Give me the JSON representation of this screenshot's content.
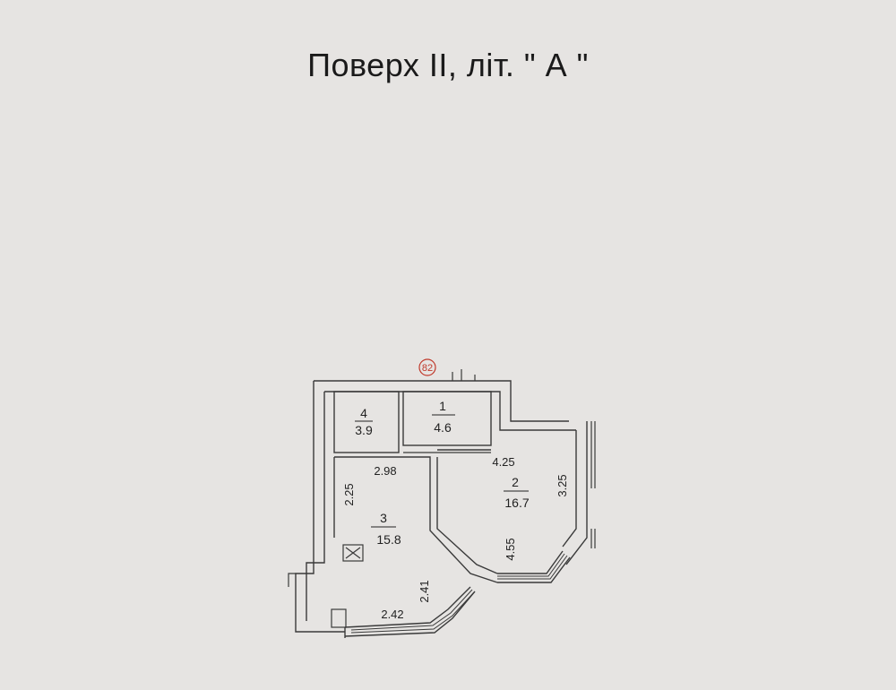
{
  "title": "Поверх II, літ. \" А \"",
  "stamp": {
    "text": "82",
    "color": "#c0392b"
  },
  "rooms": [
    {
      "number": "1",
      "area": "4.6"
    },
    {
      "number": "2",
      "area": "16.7"
    },
    {
      "number": "3",
      "area": "15.8"
    },
    {
      "number": "4",
      "area": "3.9"
    }
  ],
  "dimensions": {
    "room2_top": "4.25",
    "room2_side": "3.25",
    "room2_diag": "4.55",
    "room3_top": "2.98",
    "room3_side": "2.25",
    "room3_diag": "2.41",
    "room3_bottom": "2.42"
  },
  "colors": {
    "background": "#e6e4e2",
    "wall": "#3a3a3a",
    "floor": "#ecebe9"
  }
}
